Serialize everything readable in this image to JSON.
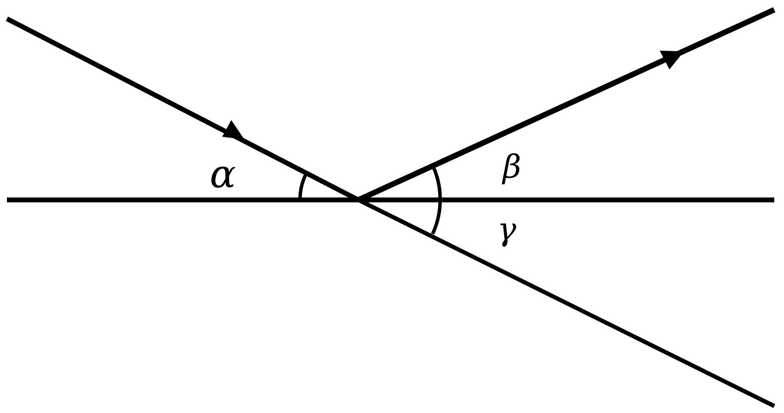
{
  "diagram": {
    "type": "reflection-refraction-angles",
    "labels": {
      "alpha": "α",
      "beta": "β",
      "gamma": "γ"
    },
    "colors": {
      "line": "#000000",
      "background": "#ffffff"
    }
  }
}
